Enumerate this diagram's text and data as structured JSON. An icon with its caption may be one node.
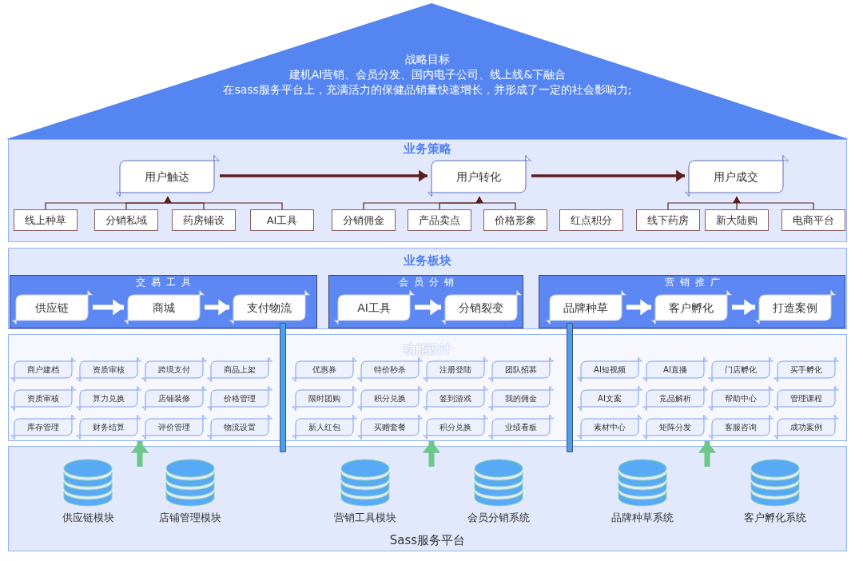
{
  "diagram": {
    "nodes": [
      {
        "text": [
          "战略目标",
          "建机AI营销、会员分发、国内电子公司、线上线&下融合",
          "在sass服务平台上，充满活力的保健品销量快速增长，并形成了一定的社会影响力;"
        ]
      },
      {
        "text": [
          "业务策略"
        ]
      },
      {
        "text": [
          "用户触达"
        ],
        "in": 1
      },
      {
        "text": [
          "用户转化"
        ],
        "in": 1
      },
      {
        "text": [
          "用户成交"
        ],
        "in": 1
      },
      {
        "text": [
          "线上种草"
        ],
        "in": 1
      },
      {
        "text": [
          "分销私域"
        ],
        "in": 1
      },
      {
        "text": [
          "药房铺设"
        ],
        "in": 1
      },
      {
        "text": [
          "AI工具"
        ],
        "in": 1
      },
      {
        "text": [
          "分销佣金"
        ],
        "in": 1
      },
      {
        "text": [
          "产品卖点"
        ],
        "in": 1
      },
      {
        "text": [
          "价格形象"
        ],
        "in": 1
      },
      {
        "text": [
          "红点积分"
        ],
        "in": 1
      },
      {
        "text": [
          "线下药房"
        ],
        "in": 1
      },
      {
        "text": [
          "新大陆购"
        ],
        "in": 1
      },
      {
        "text": [
          "电商平台"
        ],
        "in": 1
      },
      {
        "text": [
          "业务板块"
        ]
      },
      {
        "text": [
          "交易工具"
        ],
        "in": 16
      },
      {
        "text": [
          "供应链"
        ],
        "in": 17
      },
      {
        "text": [
          "商城"
        ],
        "in": 17
      },
      {
        "text": [
          "支付物流"
        ],
        "in": 17
      },
      {
        "text": [
          "会员分销"
        ],
        "in": 16
      },
      {
        "text": [
          "AI工具"
        ],
        "in": 21
      },
      {
        "text": [
          "分销裂变"
        ],
        "in": 21
      },
      {
        "text": [
          "营销推广"
        ],
        "in": 16
      },
      {
        "text": [
          "品牌种草"
        ],
        "in": 24
      },
      {
        "text": [
          "客户孵化"
        ],
        "in": 24
      },
      {
        "text": [
          "打造案例"
        ],
        "in": 24
      },
      {
        "text": [
          "功能设计"
        ]
      },
      {
        "text": [
          "商户建档"
        ],
        "in": 28
      },
      {
        "text": [
          "资质审核"
        ],
        "in": 28
      },
      {
        "text": [
          "跨境支付"
        ],
        "in": 28
      },
      {
        "text": [
          "商品上架"
        ],
        "in": 28
      },
      {
        "text": [
          "优惠券"
        ],
        "in": 28
      },
      {
        "text": [
          "特价秒杀"
        ],
        "in": 28
      },
      {
        "text": [
          "注册登陆"
        ],
        "in": 28
      },
      {
        "text": [
          "团队招募"
        ],
        "in": 28
      },
      {
        "text": [
          "AI短视频"
        ],
        "in": 28
      },
      {
        "text": [
          "AI直播"
        ],
        "in": 28
      },
      {
        "text": [
          "门店孵化"
        ],
        "in": 28
      },
      {
        "text": [
          "买手孵化"
        ],
        "in": 28
      },
      {
        "text": [
          "资质审核"
        ],
        "in": 28
      },
      {
        "text": [
          "算力兑换"
        ],
        "in": 28
      },
      {
        "text": [
          "店铺装修"
        ],
        "in": 28
      },
      {
        "text": [
          "价格管理"
        ],
        "in": 28
      },
      {
        "text": [
          "限时团购"
        ],
        "in": 28
      },
      {
        "text": [
          "积分兑换"
        ],
        "in": 28
      },
      {
        "text": [
          "签到游戏"
        ],
        "in": 28
      },
      {
        "text": [
          "我的佣金"
        ],
        "in": 28
      },
      {
        "text": [
          "AI文案"
        ],
        "in": 28
      },
      {
        "text": [
          "竞品解析"
        ],
        "in": 28
      },
      {
        "text": [
          "帮助中心"
        ],
        "in": 28
      },
      {
        "text": [
          "管理课程"
        ],
        "in": 28
      },
      {
        "text": [
          "库存管理"
        ],
        "in": 28
      },
      {
        "text": [
          "财务结算"
        ],
        "in": 28
      },
      {
        "text": [
          "评价管理"
        ],
        "in": 28
      },
      {
        "text": [
          "物流设置"
        ],
        "in": 28
      },
      {
        "text": [
          "新人红包"
        ],
        "in": 28
      },
      {
        "text": [
          "买赠套餐"
        ],
        "in": 28
      },
      {
        "text": [
          "积分兑换"
        ],
        "in": 28
      },
      {
        "text": [
          "业绩看板"
        ],
        "in": 28
      },
      {
        "text": [
          "素材中心"
        ],
        "in": 28
      },
      {
        "text": [
          "矩阵分发"
        ],
        "in": 28
      },
      {
        "text": [
          "客服咨询"
        ],
        "in": 28
      },
      {
        "text": [
          "成功案例"
        ],
        "in": 28
      },
      {
        "text": [
          "Sass服务平台"
        ]
      },
      {
        "text": [
          "供应链模块"
        ],
        "in": 65
      },
      {
        "text": [
          "店铺管理模块"
        ],
        "in": 65
      },
      {
        "text": [
          "营销工具模块"
        ],
        "in": 65
      },
      {
        "text": [
          "会员分销系统"
        ],
        "in": 65
      },
      {
        "text": [
          "品牌种草系统"
        ],
        "in": 65
      },
      {
        "text": [
          "客户孵化系统"
        ],
        "in": 65
      }
    ],
    "edges": [
      {
        "from": 2,
        "to": 3,
        "arrow": "to",
        "style": "thick"
      },
      {
        "from": 3,
        "to": 4,
        "arrow": "to",
        "style": "thick"
      },
      {
        "from": 5,
        "to": 2,
        "arrow": "to"
      },
      {
        "from": 6,
        "to": 2,
        "arrow": "to"
      },
      {
        "from": 7,
        "to": 2,
        "arrow": "to"
      },
      {
        "from": 8,
        "to": 2,
        "arrow": "to"
      },
      {
        "from": 9,
        "to": 3,
        "arrow": "to"
      },
      {
        "from": 10,
        "to": 3,
        "arrow": "to"
      },
      {
        "from": 11,
        "to": 3,
        "arrow": "to"
      },
      {
        "from": 13,
        "to": 4,
        "arrow": "to"
      },
      {
        "from": 14,
        "to": 4,
        "arrow": "to"
      },
      {
        "from": 15,
        "to": 4,
        "arrow": "to"
      },
      {
        "from": 18,
        "to": 19,
        "arrow": "to",
        "style": "thick",
        "color": "#ffffff"
      },
      {
        "from": 19,
        "to": 20,
        "arrow": "to",
        "style": "thick",
        "color": "#ffffff"
      },
      {
        "from": 22,
        "to": 23,
        "arrow": "to",
        "style": "thick",
        "color": "#ffffff"
      },
      {
        "from": 25,
        "to": 26,
        "arrow": "to",
        "style": "thick",
        "color": "#ffffff"
      },
      {
        "from": 26,
        "to": 27,
        "arrow": "to",
        "style": "thick",
        "color": "#ffffff"
      },
      {
        "from": null,
        "to": 28,
        "arrow": "to",
        "style": "thick",
        "color": "#6cc788"
      },
      {
        "from": null,
        "to": 28,
        "arrow": "to",
        "style": "thick",
        "color": "#6cc788"
      },
      {
        "from": null,
        "to": 28,
        "arrow": "to",
        "style": "thick",
        "color": "#6cc788"
      }
    ]
  }
}
